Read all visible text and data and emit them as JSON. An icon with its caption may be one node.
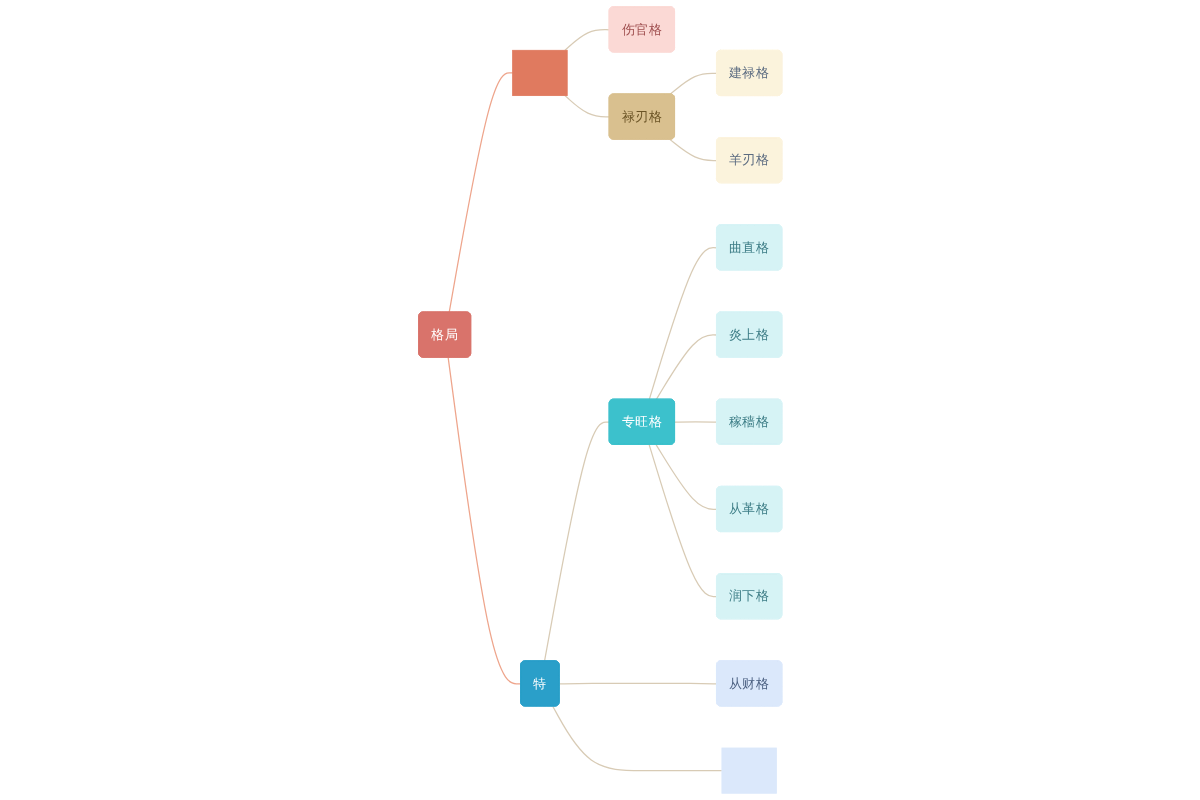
{
  "diagram": {
    "nodes": [
      {
        "text": [
          "格局"
        ]
      },
      {
        "text": [],
        "shape": "box"
      },
      {
        "text": [
          "伤官格"
        ]
      },
      {
        "text": [
          "禄刃格"
        ]
      },
      {
        "text": [
          "建禄格"
        ]
      },
      {
        "text": [
          "羊刃格"
        ]
      },
      {
        "text": [
          "特"
        ]
      },
      {
        "text": [
          "专旺格"
        ]
      },
      {
        "text": [
          "曲直格"
        ]
      },
      {
        "text": [
          "炎上格"
        ]
      },
      {
        "text": [
          "稼穑格"
        ]
      },
      {
        "text": [
          "从革格"
        ]
      },
      {
        "text": [
          "润下格"
        ]
      },
      {
        "text": [
          "从财格"
        ]
      },
      {
        "text": [],
        "shape": "box"
      }
    ],
    "edges": [
      {
        "from": 0,
        "to": 1,
        "arrow": "none",
        "color": "#eea58c"
      },
      {
        "from": 1,
        "to": 2,
        "arrow": "none"
      },
      {
        "from": 1,
        "to": 3,
        "arrow": "none"
      },
      {
        "from": 3,
        "to": 4,
        "arrow": "none"
      },
      {
        "from": 3,
        "to": 5,
        "arrow": "none"
      },
      {
        "from": 0,
        "to": 6,
        "arrow": "none",
        "color": "#eea58c"
      },
      {
        "from": 6,
        "to": 7,
        "arrow": "none"
      },
      {
        "from": 7,
        "to": 8,
        "arrow": "none"
      },
      {
        "from": 7,
        "to": 9,
        "arrow": "none"
      },
      {
        "from": 7,
        "to": 10,
        "arrow": "none"
      },
      {
        "from": 7,
        "to": 11,
        "arrow": "none"
      },
      {
        "from": 7,
        "to": 12,
        "arrow": "none"
      },
      {
        "from": 6,
        "to": 13,
        "arrow": "none"
      },
      {
        "from": 6,
        "to": 14,
        "arrow": "none"
      }
    ]
  }
}
